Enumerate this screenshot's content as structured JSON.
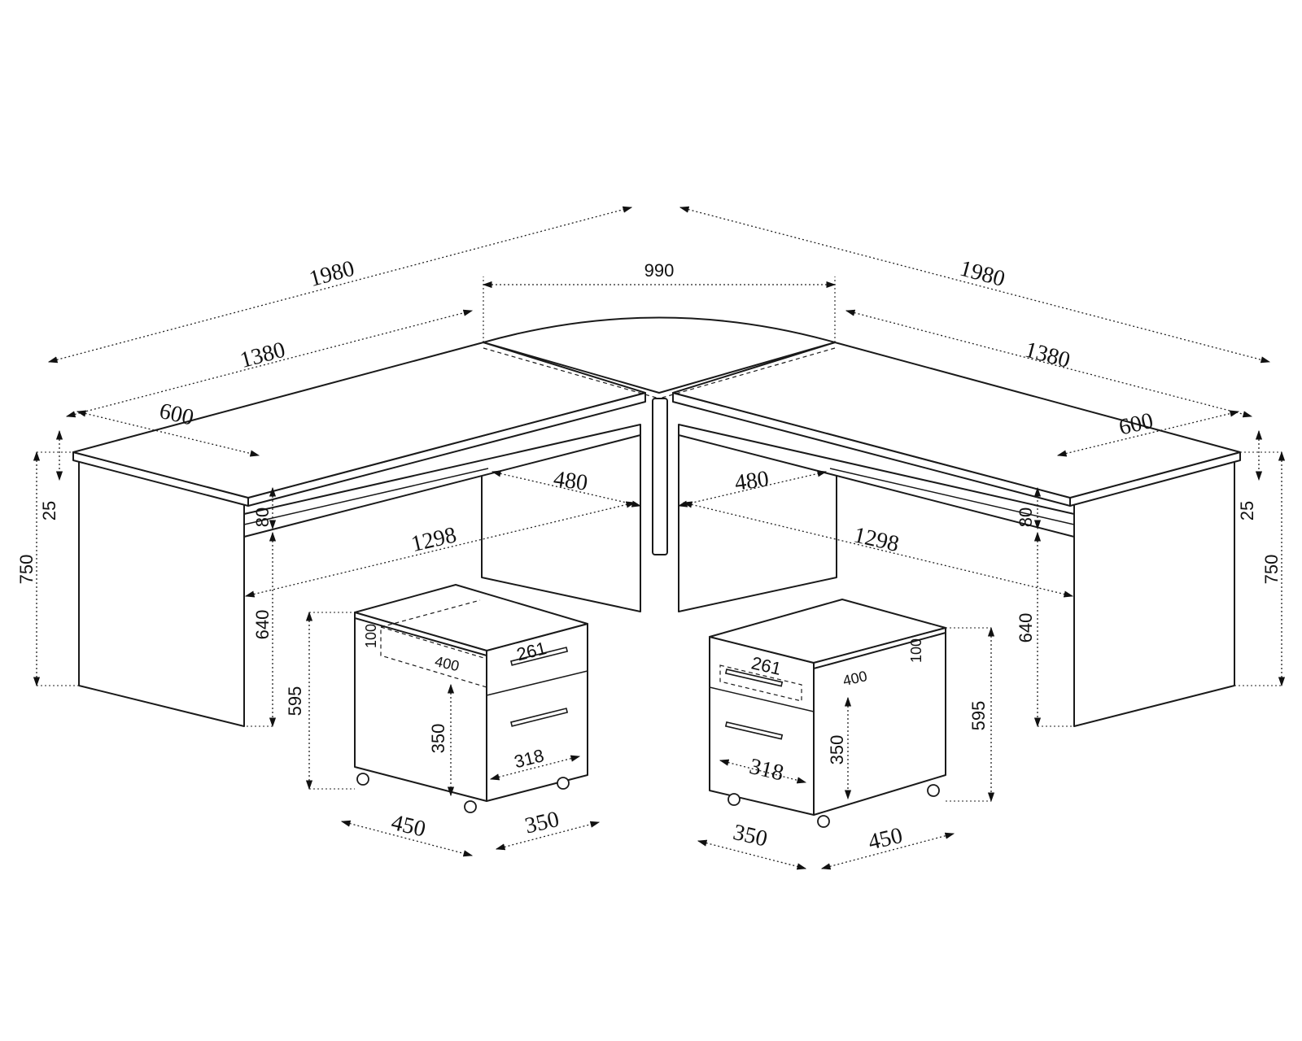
{
  "colors": {
    "line": "#1a1a1a",
    "background": "#ffffff"
  },
  "dimensions": {
    "corner_width": "990",
    "total_length_left": "1980",
    "total_length_right": "1980",
    "desk_length_left": "1380",
    "desk_length_right": "1380",
    "desk_depth_left": "600",
    "desk_depth_right": "600",
    "top_thickness_left": "25",
    "top_thickness_right": "25",
    "height_left": "750",
    "height_right": "750",
    "rail_height_left": "80",
    "rail_height_right": "80",
    "modesty_depth_left": "480",
    "modesty_depth_right": "480",
    "inner_length_left": "1298",
    "inner_length_right": "1298",
    "knee_height_left": "640",
    "knee_height_right": "640",
    "ped_height_left": "595",
    "ped_height_right": "595",
    "drawer_top_height_left": "100",
    "drawer_top_height_right": "100",
    "drawer_depth_left": "400",
    "drawer_depth_right": "400",
    "drawer_handle_left": "261",
    "drawer_handle_right": "261",
    "drawer_low_height_left": "350",
    "drawer_low_height_right": "350",
    "drawer_low_width_left": "318",
    "drawer_low_width_right": "318",
    "ped_depth_left": "450",
    "ped_depth_right": "450",
    "ped_width_left": "350",
    "ped_width_right": "350"
  }
}
